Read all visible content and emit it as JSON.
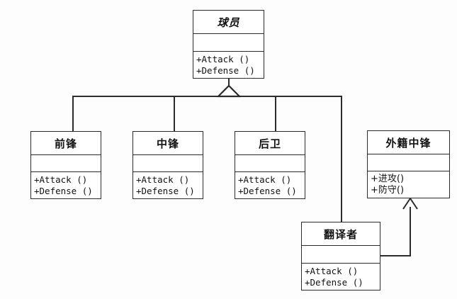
{
  "diagram": {
    "title": "UML Class Diagram",
    "background_color": "#fdfdfd",
    "line_color": "#2b2b2b",
    "classes": [
      {
        "id": "player",
        "name": "球员",
        "abstract": true,
        "attributes": [],
        "operations": [
          "+Attack ()",
          "+Defense ()"
        ]
      },
      {
        "id": "forward",
        "name": "前锋",
        "abstract": false,
        "attributes": [],
        "operations": [
          "+Attack ()",
          "+Defense ()"
        ]
      },
      {
        "id": "center",
        "name": "中锋",
        "abstract": false,
        "attributes": [],
        "operations": [
          "+Attack ()",
          "+Defense ()"
        ]
      },
      {
        "id": "guard",
        "name": "后卫",
        "abstract": false,
        "attributes": [],
        "operations": [
          "+Attack ()",
          "+Defense ()"
        ]
      },
      {
        "id": "foreign-center",
        "name": "外籍中锋",
        "abstract": false,
        "attributes": [],
        "operations": [
          "+进攻()",
          "+防守()"
        ]
      },
      {
        "id": "translator",
        "name": "翻译者",
        "abstract": false,
        "attributes": [],
        "operations": [
          "+Attack ()",
          "+Defense ()"
        ]
      }
    ],
    "relationships": [
      {
        "type": "generalization",
        "from": "forward",
        "to": "player"
      },
      {
        "type": "generalization",
        "from": "center",
        "to": "player"
      },
      {
        "type": "generalization",
        "from": "guard",
        "to": "player"
      },
      {
        "type": "generalization",
        "from": "translator",
        "to": "player"
      },
      {
        "type": "association",
        "from": "translator",
        "to": "foreign-center"
      }
    ]
  }
}
